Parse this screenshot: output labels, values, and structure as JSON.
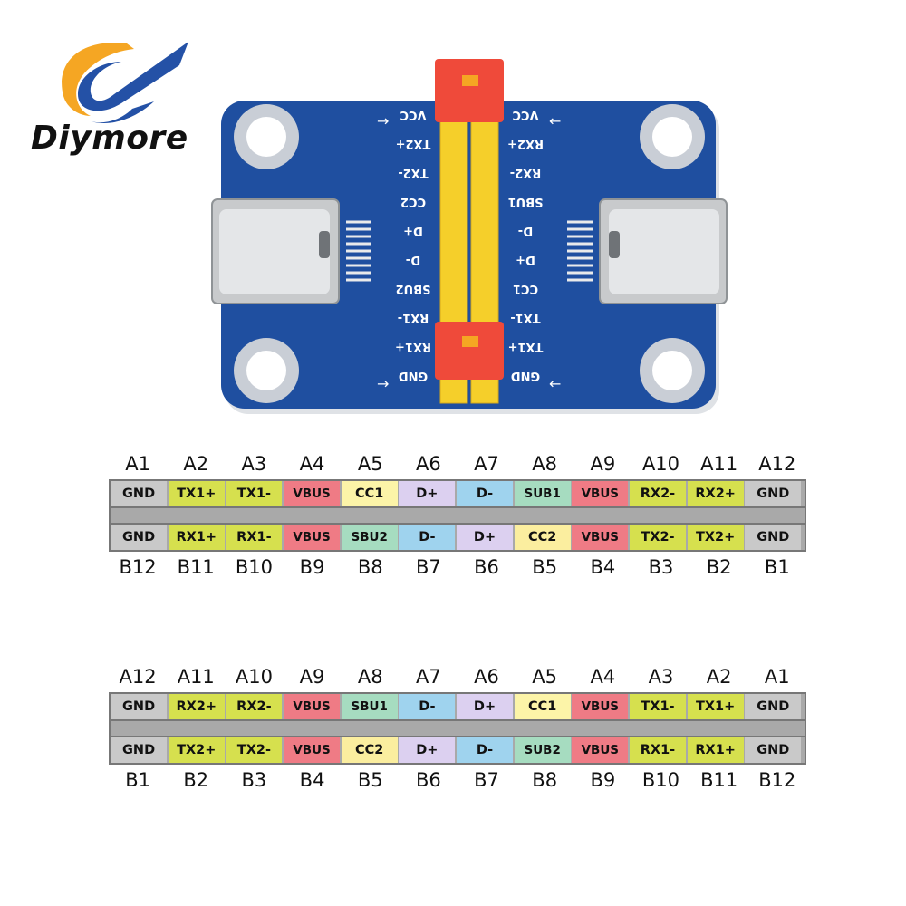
{
  "brand": {
    "name": "Diymore",
    "colors": {
      "swoosh_blue": "#2451a6",
      "swoosh_orange": "#f5a623"
    }
  },
  "board": {
    "colors": {
      "pcb": "#1f4fa0",
      "header_yellow": "#f5cf2a",
      "header_red": "#ef4a3a",
      "connector_metal": "#c8cacc"
    },
    "left_silk": [
      "VCC",
      "TX2+",
      "TX2-",
      "CC2",
      "D+",
      "D-",
      "SBU2",
      "RX1-",
      "RX1+",
      "GND"
    ],
    "right_silk": [
      "VCC",
      "RX2+",
      "RX2-",
      "SBU1",
      "D-",
      "D+",
      "CC1",
      "TX1-",
      "TX1+",
      "GND"
    ]
  },
  "pinout_top": {
    "top_labels": [
      "A1",
      "A2",
      "A3",
      "A4",
      "A5",
      "A6",
      "A7",
      "A8",
      "A9",
      "A10",
      "A11",
      "A12"
    ],
    "row_a": [
      {
        "text": "GND",
        "kind": "GND"
      },
      {
        "text": "TX1+",
        "kind": "TX"
      },
      {
        "text": "TX1-",
        "kind": "TX"
      },
      {
        "text": "VBUS",
        "kind": "VBUS"
      },
      {
        "text": "CC1",
        "kind": "CC"
      },
      {
        "text": "D+",
        "kind": "DP"
      },
      {
        "text": "D-",
        "kind": "DM"
      },
      {
        "text": "SUB1",
        "kind": "SBU"
      },
      {
        "text": "VBUS",
        "kind": "VBUS"
      },
      {
        "text": "RX2-",
        "kind": "TX"
      },
      {
        "text": "RX2+",
        "kind": "TX"
      },
      {
        "text": "GND",
        "kind": "GND"
      }
    ],
    "row_b": [
      {
        "text": "GND",
        "kind": "GND"
      },
      {
        "text": "RX1+",
        "kind": "TX"
      },
      {
        "text": "RX1-",
        "kind": "TX"
      },
      {
        "text": "VBUS",
        "kind": "VBUS"
      },
      {
        "text": "SBU2",
        "kind": "SBU"
      },
      {
        "text": "D-",
        "kind": "DM"
      },
      {
        "text": "D+",
        "kind": "DP"
      },
      {
        "text": "CC2",
        "kind": "CC2Y"
      },
      {
        "text": "VBUS",
        "kind": "VBUS"
      },
      {
        "text": "TX2-",
        "kind": "TX"
      },
      {
        "text": "TX2+",
        "kind": "TX"
      },
      {
        "text": "GND",
        "kind": "GND"
      }
    ],
    "bottom_labels": [
      "B12",
      "B11",
      "B10",
      "B9",
      "B8",
      "B7",
      "B6",
      "B5",
      "B4",
      "B3",
      "B2",
      "B1"
    ]
  },
  "pinout_bottom": {
    "top_labels": [
      "A12",
      "A11",
      "A10",
      "A9",
      "A8",
      "A7",
      "A6",
      "A5",
      "A4",
      "A3",
      "A2",
      "A1"
    ],
    "row_a": [
      {
        "text": "GND",
        "kind": "GND"
      },
      {
        "text": "RX2+",
        "kind": "TX"
      },
      {
        "text": "RX2-",
        "kind": "TX"
      },
      {
        "text": "VBUS",
        "kind": "VBUS"
      },
      {
        "text": "SBU1",
        "kind": "SBU"
      },
      {
        "text": "D-",
        "kind": "DM"
      },
      {
        "text": "D+",
        "kind": "DP"
      },
      {
        "text": "CC1",
        "kind": "CC"
      },
      {
        "text": "VBUS",
        "kind": "VBUS"
      },
      {
        "text": "TX1-",
        "kind": "TX"
      },
      {
        "text": "TX1+",
        "kind": "TX"
      },
      {
        "text": "GND",
        "kind": "GND"
      }
    ],
    "row_b": [
      {
        "text": "GND",
        "kind": "GND"
      },
      {
        "text": "TX2+",
        "kind": "TX"
      },
      {
        "text": "TX2-",
        "kind": "TX"
      },
      {
        "text": "VBUS",
        "kind": "VBUS"
      },
      {
        "text": "CC2",
        "kind": "CC2Y"
      },
      {
        "text": "D+",
        "kind": "DP"
      },
      {
        "text": "D-",
        "kind": "DM"
      },
      {
        "text": "SUB2",
        "kind": "SBU"
      },
      {
        "text": "VBUS",
        "kind": "VBUS"
      },
      {
        "text": "RX1-",
        "kind": "TX"
      },
      {
        "text": "RX1+",
        "kind": "TX"
      },
      {
        "text": "GND",
        "kind": "GND"
      }
    ],
    "bottom_labels": [
      "B1",
      "B2",
      "B3",
      "B4",
      "B5",
      "B6",
      "B7",
      "B8",
      "B9",
      "B10",
      "B11",
      "B12"
    ]
  }
}
